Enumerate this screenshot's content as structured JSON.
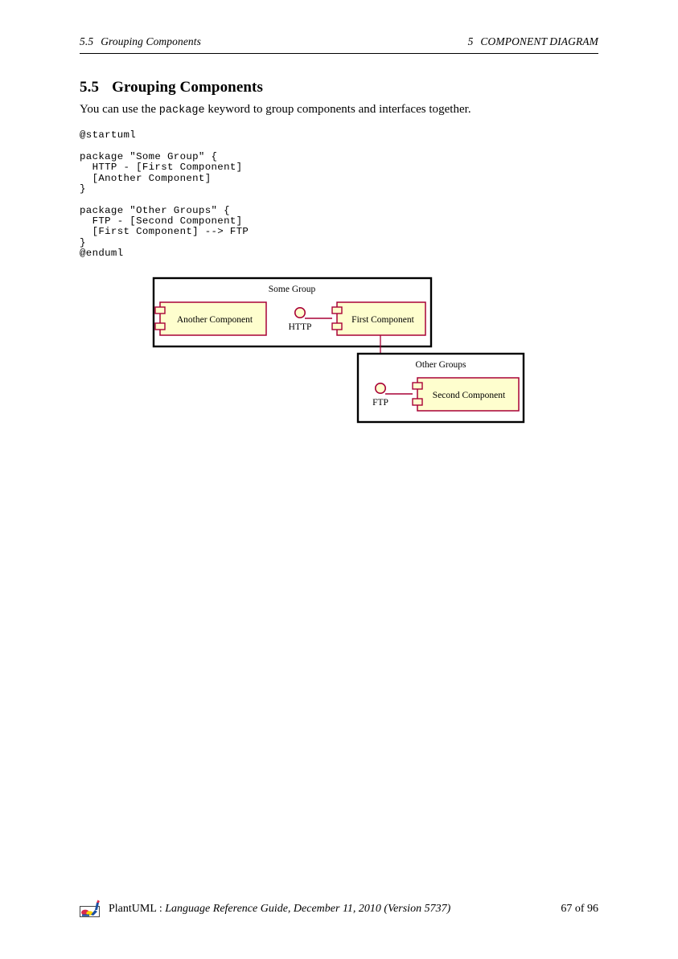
{
  "header": {
    "left_number": "5.5",
    "left_title": "Grouping Components",
    "right_number": "5",
    "right_title": "COMPONENT DIAGRAM"
  },
  "section": {
    "number": "5.5",
    "title": "Grouping Components"
  },
  "paragraph": {
    "before": "You can use the ",
    "keyword": "package",
    "after": " keyword to group components and interfaces together."
  },
  "code": {
    "text": "@startuml\n\npackage \"Some Group\" {\n  HTTP - [First Component]\n  [Another Component]\n}\n\npackage \"Other Groups\" {\n  FTP - [Second Component]\n  [First Component] --> FTP\n}\n@enduml"
  },
  "diagram": {
    "type": "component-diagram",
    "colors": {
      "component_fill": "#FEFECE",
      "component_border": "#A80036",
      "package_border": "#000000",
      "package_fill": "#FFFFFF",
      "arrow": "#A80036",
      "interface_fill": "#FEFECE"
    },
    "packages": [
      {
        "name": "Some Group",
        "label": "Some Group",
        "components": [
          {
            "name": "Another Component",
            "label": "Another Component"
          },
          {
            "name": "First Component",
            "label": "First Component"
          }
        ],
        "interfaces": [
          {
            "name": "HTTP",
            "label": "HTTP"
          }
        ]
      },
      {
        "name": "Other Groups",
        "label": "Other Groups",
        "components": [
          {
            "name": "Second Component",
            "label": "Second Component"
          }
        ],
        "interfaces": [
          {
            "name": "FTP",
            "label": "FTP"
          }
        ]
      }
    ],
    "links": [
      {
        "from": "HTTP",
        "to": "First Component",
        "kind": "association"
      },
      {
        "from": "FTP",
        "to": "Second Component",
        "kind": "association"
      },
      {
        "from": "First Component",
        "to": "FTP",
        "kind": "dependency-arrow"
      }
    ]
  },
  "footer": {
    "product": "PlantUML : ",
    "subtitle": "Language Reference Guide, December 11, 2010 (Version 5737)",
    "page": "67 of 96"
  }
}
